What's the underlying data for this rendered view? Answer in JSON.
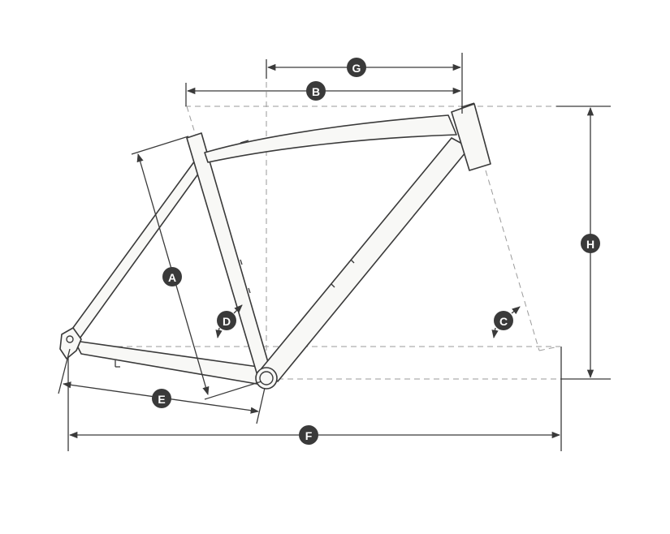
{
  "labels": {
    "a": "A",
    "b": "B",
    "c": "C",
    "d": "D",
    "e": "E",
    "f": "F",
    "g": "G",
    "h": "H"
  },
  "colors": {
    "line": "#3a3a3a",
    "frame_fill": "#f8f8f6",
    "guide": "#9a9a9a",
    "badge_text": "#ffffff"
  }
}
